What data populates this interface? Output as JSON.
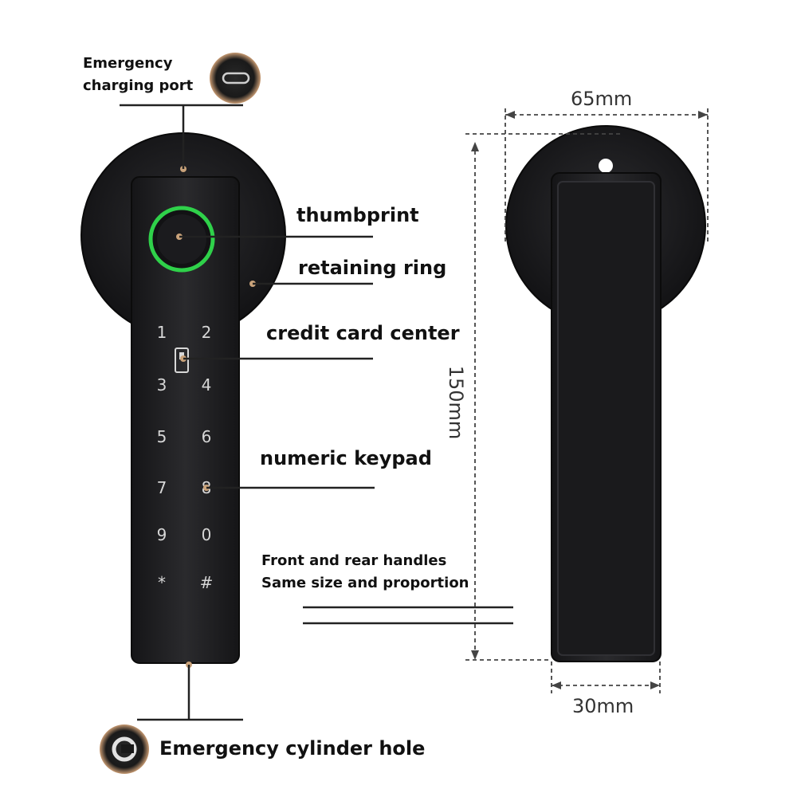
{
  "labels": {
    "charging_port": [
      "Emergency",
      "charging port"
    ],
    "thumbprint": "thumbprint",
    "retaining_ring": "retaining ring",
    "credit_card_center": "credit card center",
    "numeric_keypad": "numeric keypad",
    "front_rear": [
      "Front and rear handles",
      "Same size and proportion"
    ],
    "cylinder_hole": "Emergency cylinder hole"
  },
  "dimensions": {
    "width_rose": "65mm",
    "height": "150mm",
    "width_handle": "30mm"
  },
  "keypad": [
    [
      "1",
      "2"
    ],
    [
      "3",
      "4"
    ],
    [
      "5",
      "6"
    ],
    [
      "7",
      "8"
    ],
    [
      "9",
      "0"
    ],
    [
      "*",
      "#"
    ]
  ],
  "colors": {
    "handle": "#1c1c1e",
    "fingerprint_ring": "#2fd14a",
    "callout_dot": "#c9a27a",
    "dimension_line": "#444444"
  }
}
